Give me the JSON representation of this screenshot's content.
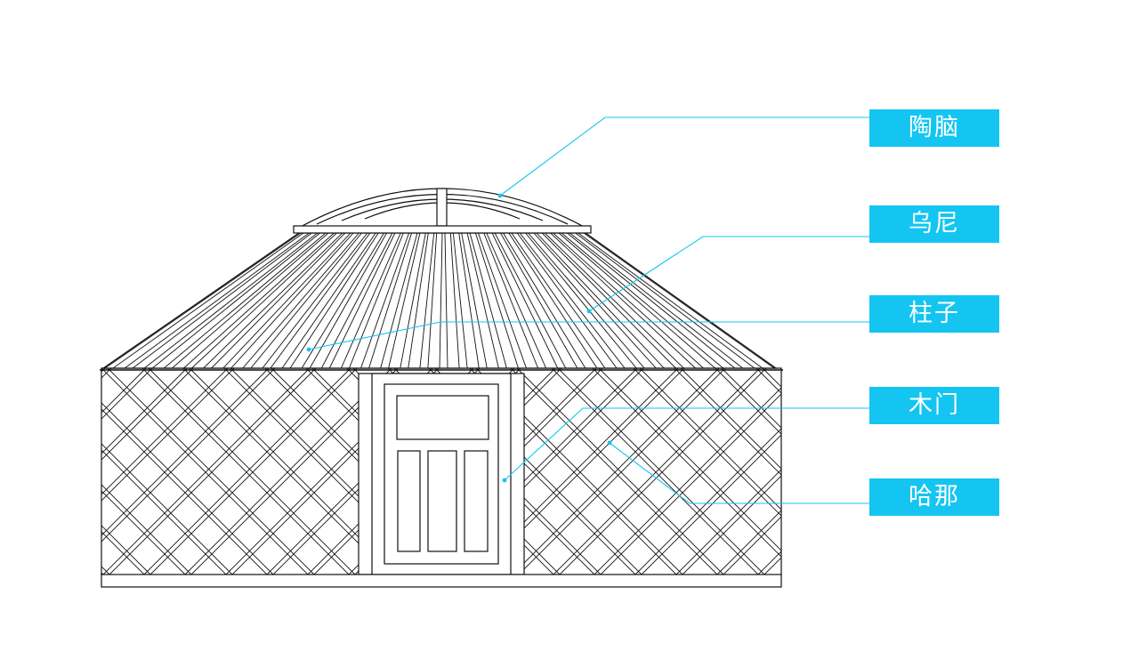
{
  "diagram": {
    "labels": [
      {
        "id": "toono",
        "text": "陶脑"
      },
      {
        "id": "uni",
        "text": "乌尼"
      },
      {
        "id": "pillar",
        "text": "柱子"
      },
      {
        "id": "door",
        "text": "木门"
      },
      {
        "id": "khana",
        "text": "哈那"
      }
    ]
  },
  "colors": {
    "accent": "#14c5f2",
    "line": "#111111",
    "label_text": "#ffffff",
    "background": "#ffffff"
  }
}
